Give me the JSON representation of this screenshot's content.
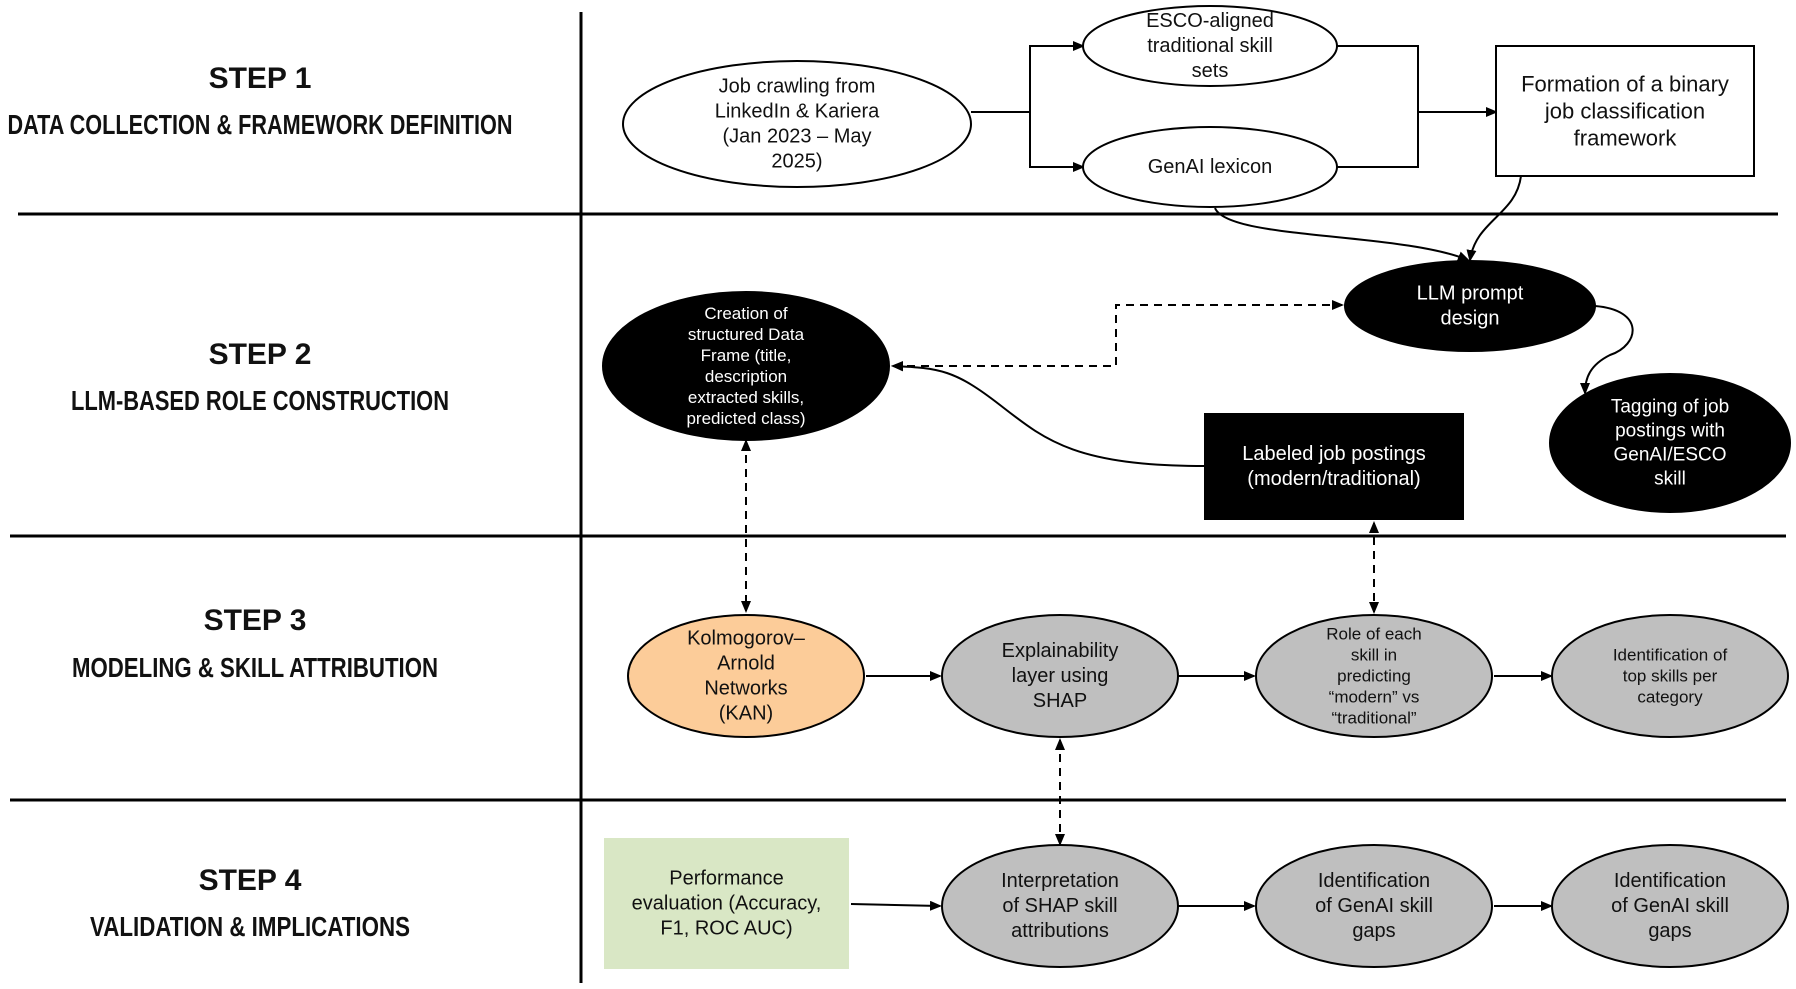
{
  "steps": [
    {
      "label": "STEP 1",
      "title": "DATA COLLECTION & FRAMEWORK DEFINITION"
    },
    {
      "label": "STEP 2",
      "title": "LLM-BASED ROLE CONSTRUCTION"
    },
    {
      "label": "STEP 3",
      "title": "MODELING & SKILL ATTRIBUTION"
    },
    {
      "label": "STEP 4",
      "title": "VALIDATION & IMPLICATIONS"
    }
  ],
  "nodes": {
    "job_crawling": [
      "Job crawling from",
      "LinkedIn & Kariera",
      "(Jan 2023 – May",
      "2025)"
    ],
    "esco_skills": [
      "ESCO-aligned",
      "traditional skill",
      "sets"
    ],
    "genai_lexicon": [
      "GenAI lexicon"
    ],
    "binary_framework": [
      "Formation of a binary",
      "job classification",
      "framework"
    ],
    "llm_prompt": [
      "LLM prompt",
      "design"
    ],
    "structured_df": [
      "Creation of",
      "structured Data",
      "Frame (title,",
      "description",
      "extracted skills,",
      "predicted class)"
    ],
    "labeled_postings": [
      "Labeled job postings",
      "(modern/traditional)"
    ],
    "tagging": [
      "Tagging of job",
      "postings with",
      "GenAI/ESCO",
      "skill"
    ],
    "kan": [
      "Kolmogorov–",
      "Arnold",
      "Networks",
      "(KAN)"
    ],
    "shap_layer": [
      "Explainability",
      "layer using",
      "SHAP"
    ],
    "role_skill": [
      "Role of each",
      "skill in",
      "predicting",
      "“modern” vs",
      "“traditional”"
    ],
    "top_skills": [
      "Identification of",
      "top skills per",
      "category"
    ],
    "performance": [
      "Performance",
      "evaluation (Accuracy,",
      "F1, ROC AUC)"
    ],
    "interpretation": [
      "Interpretation",
      "of SHAP skill",
      "attributions"
    ],
    "gaps_1": [
      "Identification",
      "of GenAI skill",
      "gaps"
    ],
    "gaps_2": [
      "Identification",
      "of GenAI skill",
      "gaps"
    ]
  },
  "colors": {
    "black_node": "#000000",
    "gray_node": "#bfbfbf",
    "kan_node": "#fccc99",
    "performance_box": "#d9e7c5",
    "line": "#000000"
  }
}
